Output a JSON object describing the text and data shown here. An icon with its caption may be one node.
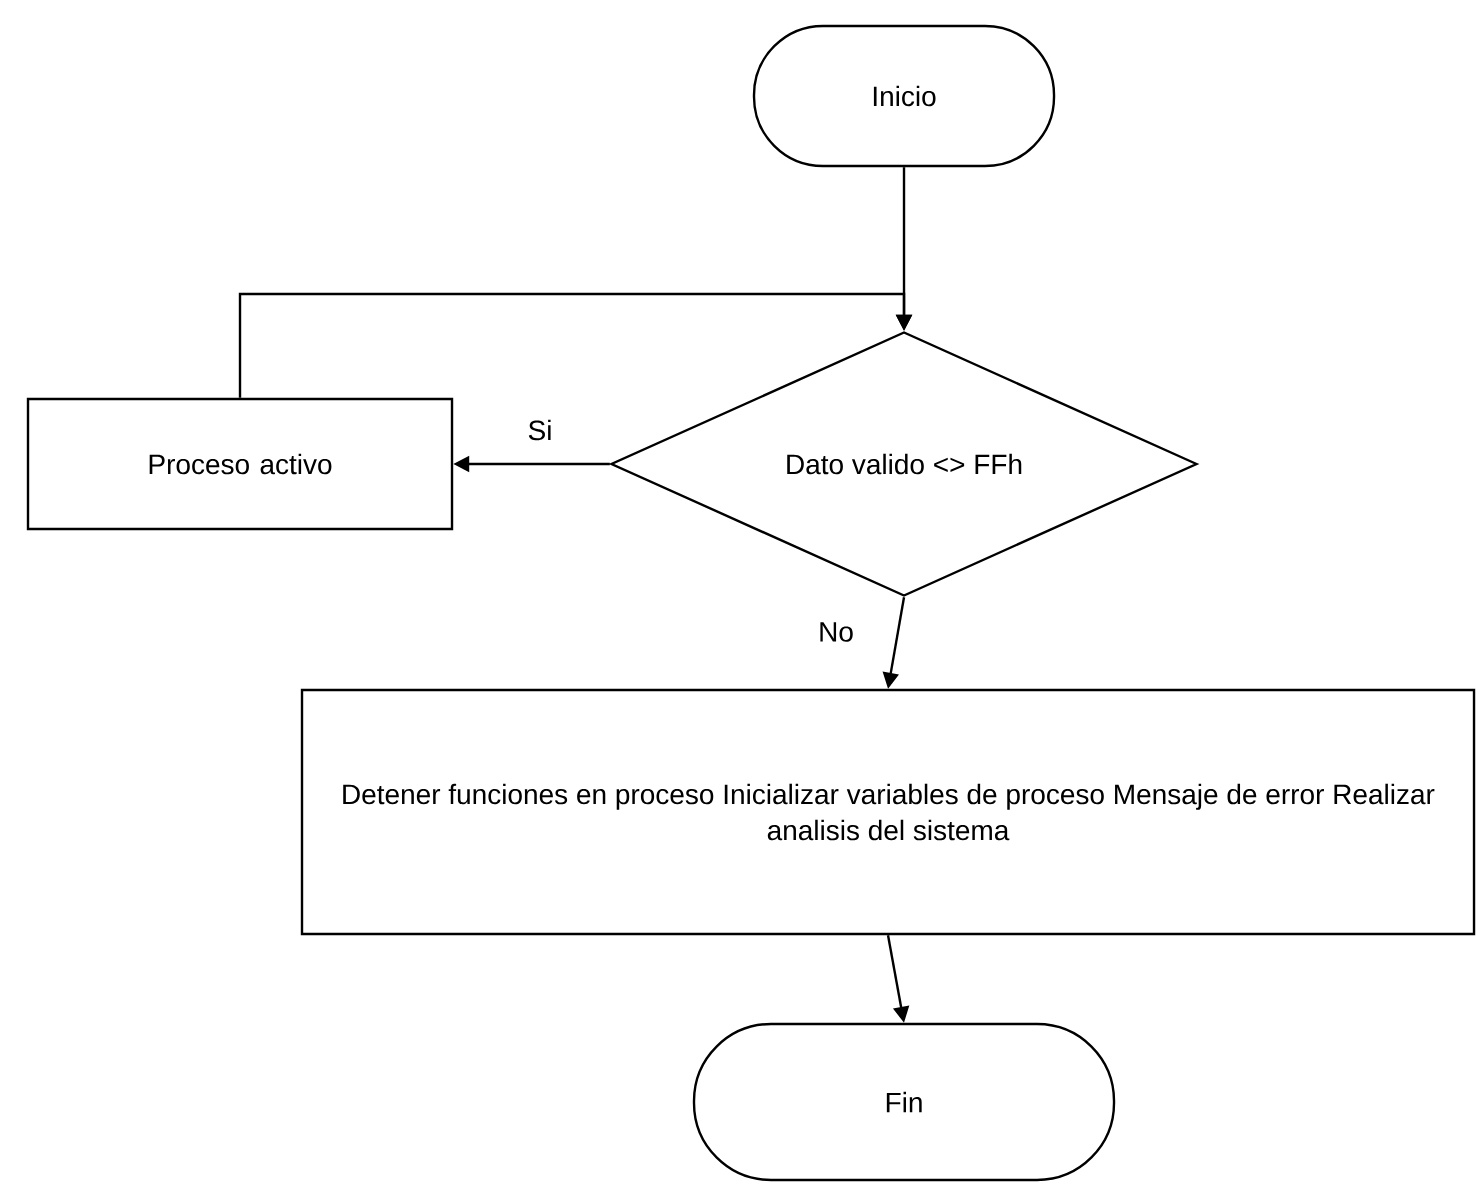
{
  "diagram": {
    "nodes": [
      {
        "text": [
          "Inicio"
        ]
      },
      {
        "text": [
          "Dato valido <> FFh"
        ]
      },
      {
        "text": [
          "Proceso activo"
        ]
      },
      {
        "text": [
          "Detener  funciones en proceso Inicializar variables de proceso Mensaje de error Realizar analisis del sistema"
        ]
      },
      {
        "text": [
          "Fin"
        ]
      }
    ],
    "edges": [
      {
        "from": 0,
        "to": 1,
        "arrow": "to"
      },
      {
        "from": 2,
        "to": 1,
        "arrow": "to"
      },
      {
        "from": 1,
        "to": 2,
        "arrow": "to",
        "label": "Si"
      },
      {
        "from": 1,
        "to": 3,
        "arrow": "to",
        "label": "No"
      },
      {
        "from": 3,
        "to": 4,
        "arrow": "to"
      }
    ]
  }
}
